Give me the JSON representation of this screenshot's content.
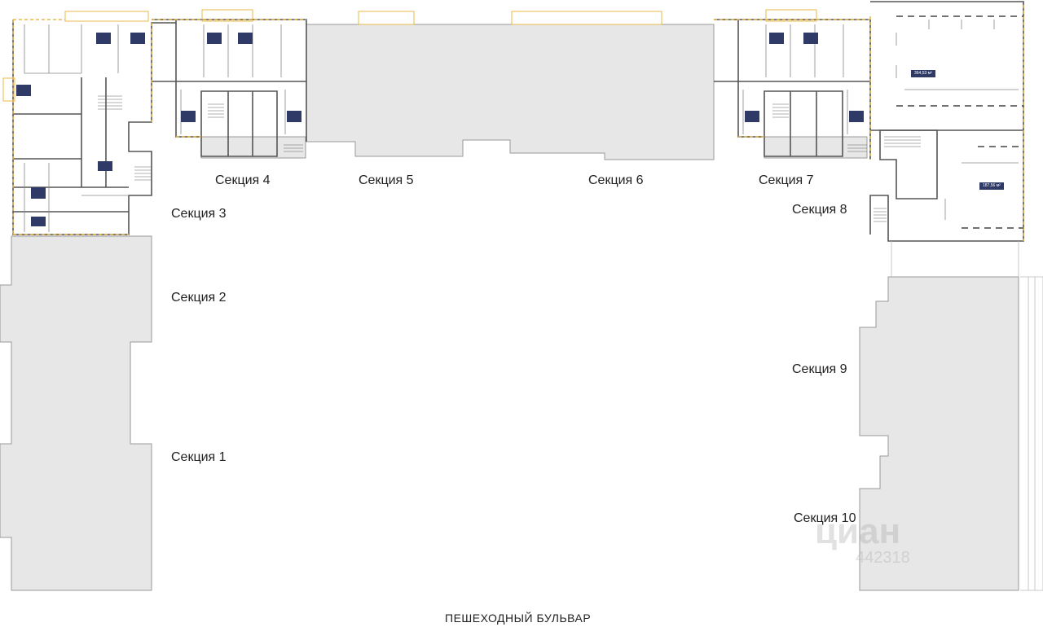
{
  "sections": {
    "s1": "Секция 1",
    "s2": "Секция 2",
    "s3": "Секция 3",
    "s4": "Секция 4",
    "s5": "Секция 5",
    "s6": "Секция 6",
    "s7": "Секция 7",
    "s8": "Секция 8",
    "s9": "Секция 9",
    "s10": "Секция 10"
  },
  "street": "ПЕШЕХОДНЫЙ БУЛЬВАР",
  "commercial": {
    "area_large": "364,53 м²",
    "area_small": "187,56 м²"
  },
  "watermark": {
    "brand": "циан",
    "id": "442318"
  },
  "colors": {
    "block_fill": "#e6e7e6",
    "block_stroke": "#9a9a9a",
    "wall": "#555555",
    "facade_accent": "#e8b84a",
    "apartment_tag": "#2f3a66"
  }
}
